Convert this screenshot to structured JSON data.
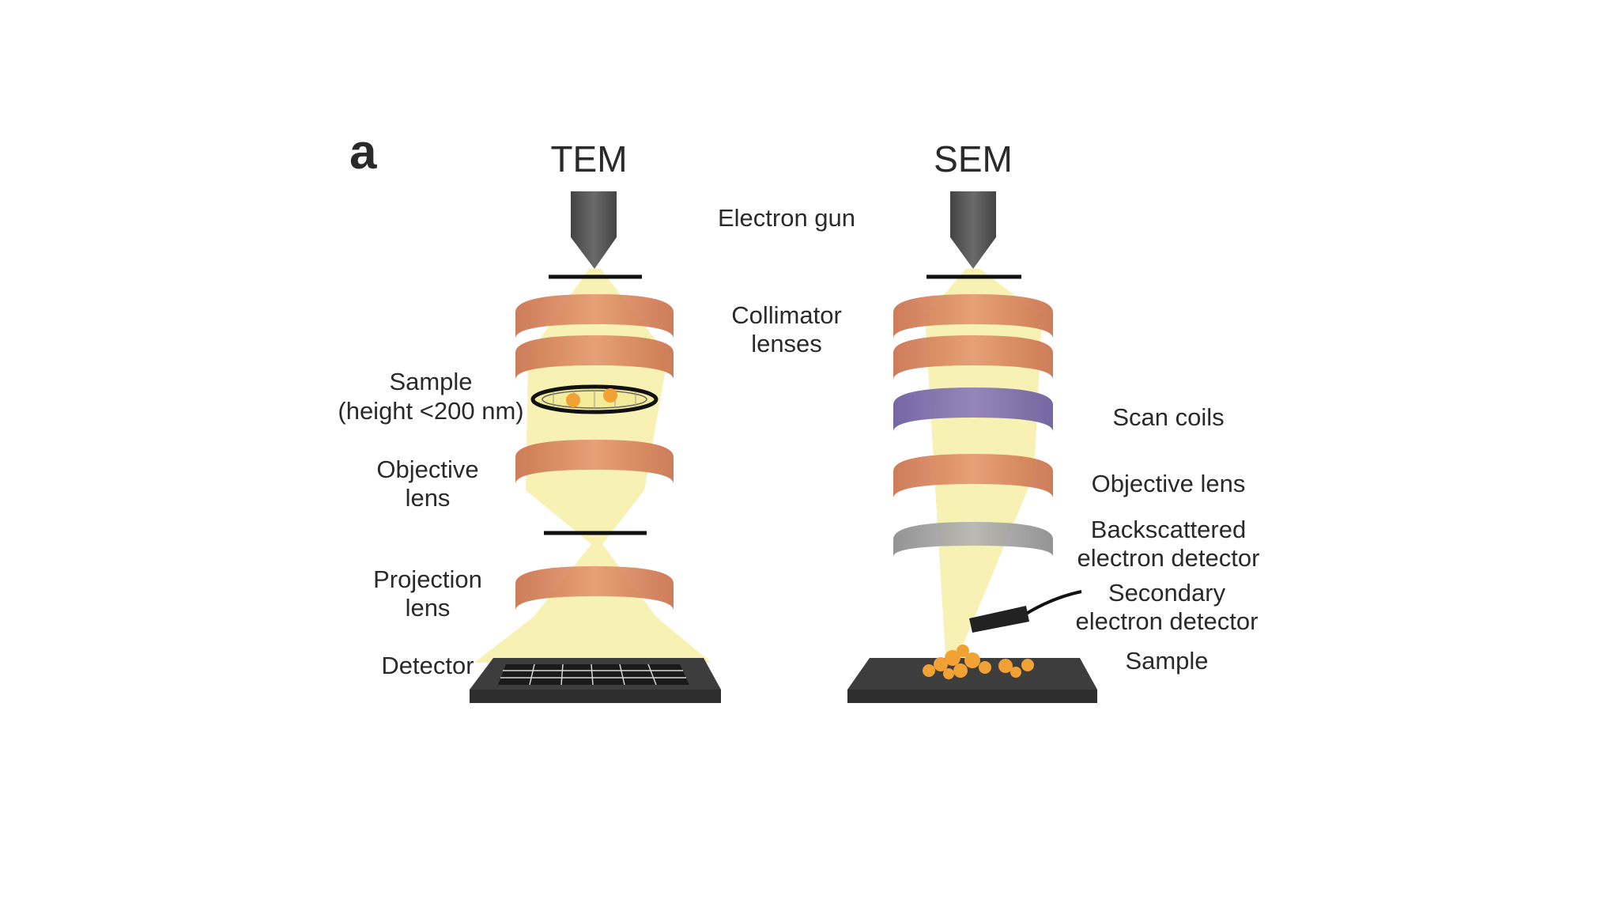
{
  "figure": {
    "panel_label": "a",
    "tem": {
      "title": "TEM",
      "sample": [
        "Sample",
        "(height <200 nm)"
      ],
      "objective": [
        "Objective",
        "lens"
      ],
      "projection": [
        "Projection",
        "lens"
      ],
      "detector": "Detector"
    },
    "shared": {
      "electron_gun": "Electron gun",
      "collimator": [
        "Collimator",
        "lenses"
      ]
    },
    "sem": {
      "title": "SEM",
      "scan_coils": "Scan coils",
      "objective": "Objective lens",
      "backscattered": [
        "Backscattered",
        "electron detector"
      ],
      "secondary": [
        "Secondary",
        "electron detector"
      ],
      "sample": "Sample"
    }
  },
  "colors": {
    "lens_copper": "#d9895e",
    "lens_copper_dark": "#b8663e",
    "scan_coil_purple": "#7b68a8",
    "detector_gray": "#9a9a9a",
    "beam_yellow": "#f6efa6",
    "gun_gray": "#555555",
    "stage_dark": "#3d3d3d",
    "particle_orange": "#f2a134"
  }
}
